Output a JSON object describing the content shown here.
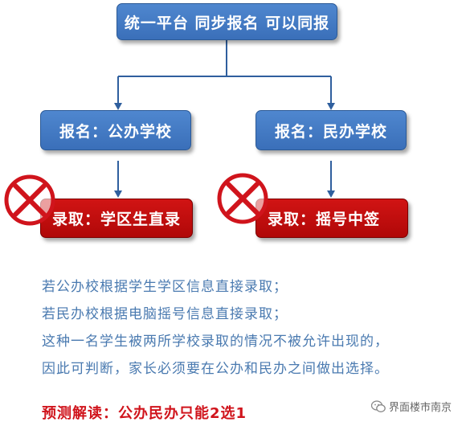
{
  "diagram": {
    "top": "统一平台 同步报名 可以同报",
    "left_signup": "报名：公办学校",
    "right_signup": "报名：民办学校",
    "left_admit": "录取：学区生直录",
    "right_admit": "录取：摇号中签"
  },
  "explanation": {
    "lines": [
      "若公办校根据学生学区信息直接录取；",
      "若民办校根据电脑摇号信息直接录取；",
      "这种一名学生被两所学校录取的情况不被允许出现的，",
      "因此可判断，家长必须要在公办和民办之间做出选择。"
    ],
    "conclusion": "预测解读：公办民办只能2选1"
  },
  "watermark": {
    "text": "界面楼市南京"
  },
  "colors": {
    "box_blue": "#3f78c4",
    "box_red": "#c00c0c",
    "cross_red": "#d0141c",
    "text_blue": "#4a7ab0",
    "conclusion_red": "#d0141c"
  },
  "icons": {
    "reject": "cross-circle-icon",
    "watermark": "wechat-icon"
  }
}
